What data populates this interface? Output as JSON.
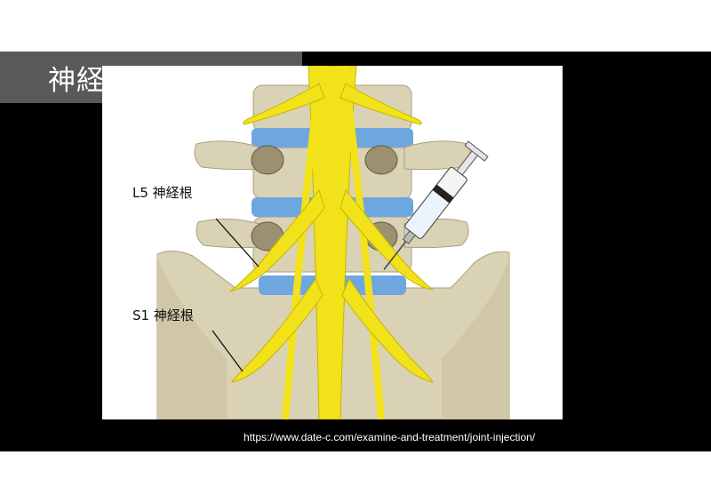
{
  "slide": {
    "title": "神経根ブロック",
    "source_url": "https://www.date-c.com/examine-and-treatment/joint-injection/"
  },
  "diagram": {
    "labels": {
      "l5": "L5 神経根",
      "s1": "S1 神経根"
    },
    "icons": [
      "syringe-icon"
    ]
  },
  "colors": {
    "band": "#000000",
    "title_box": "#595959",
    "nerve": "#f2e21a",
    "disc": "#6ea7e0",
    "bone": "#d9d2b4"
  }
}
